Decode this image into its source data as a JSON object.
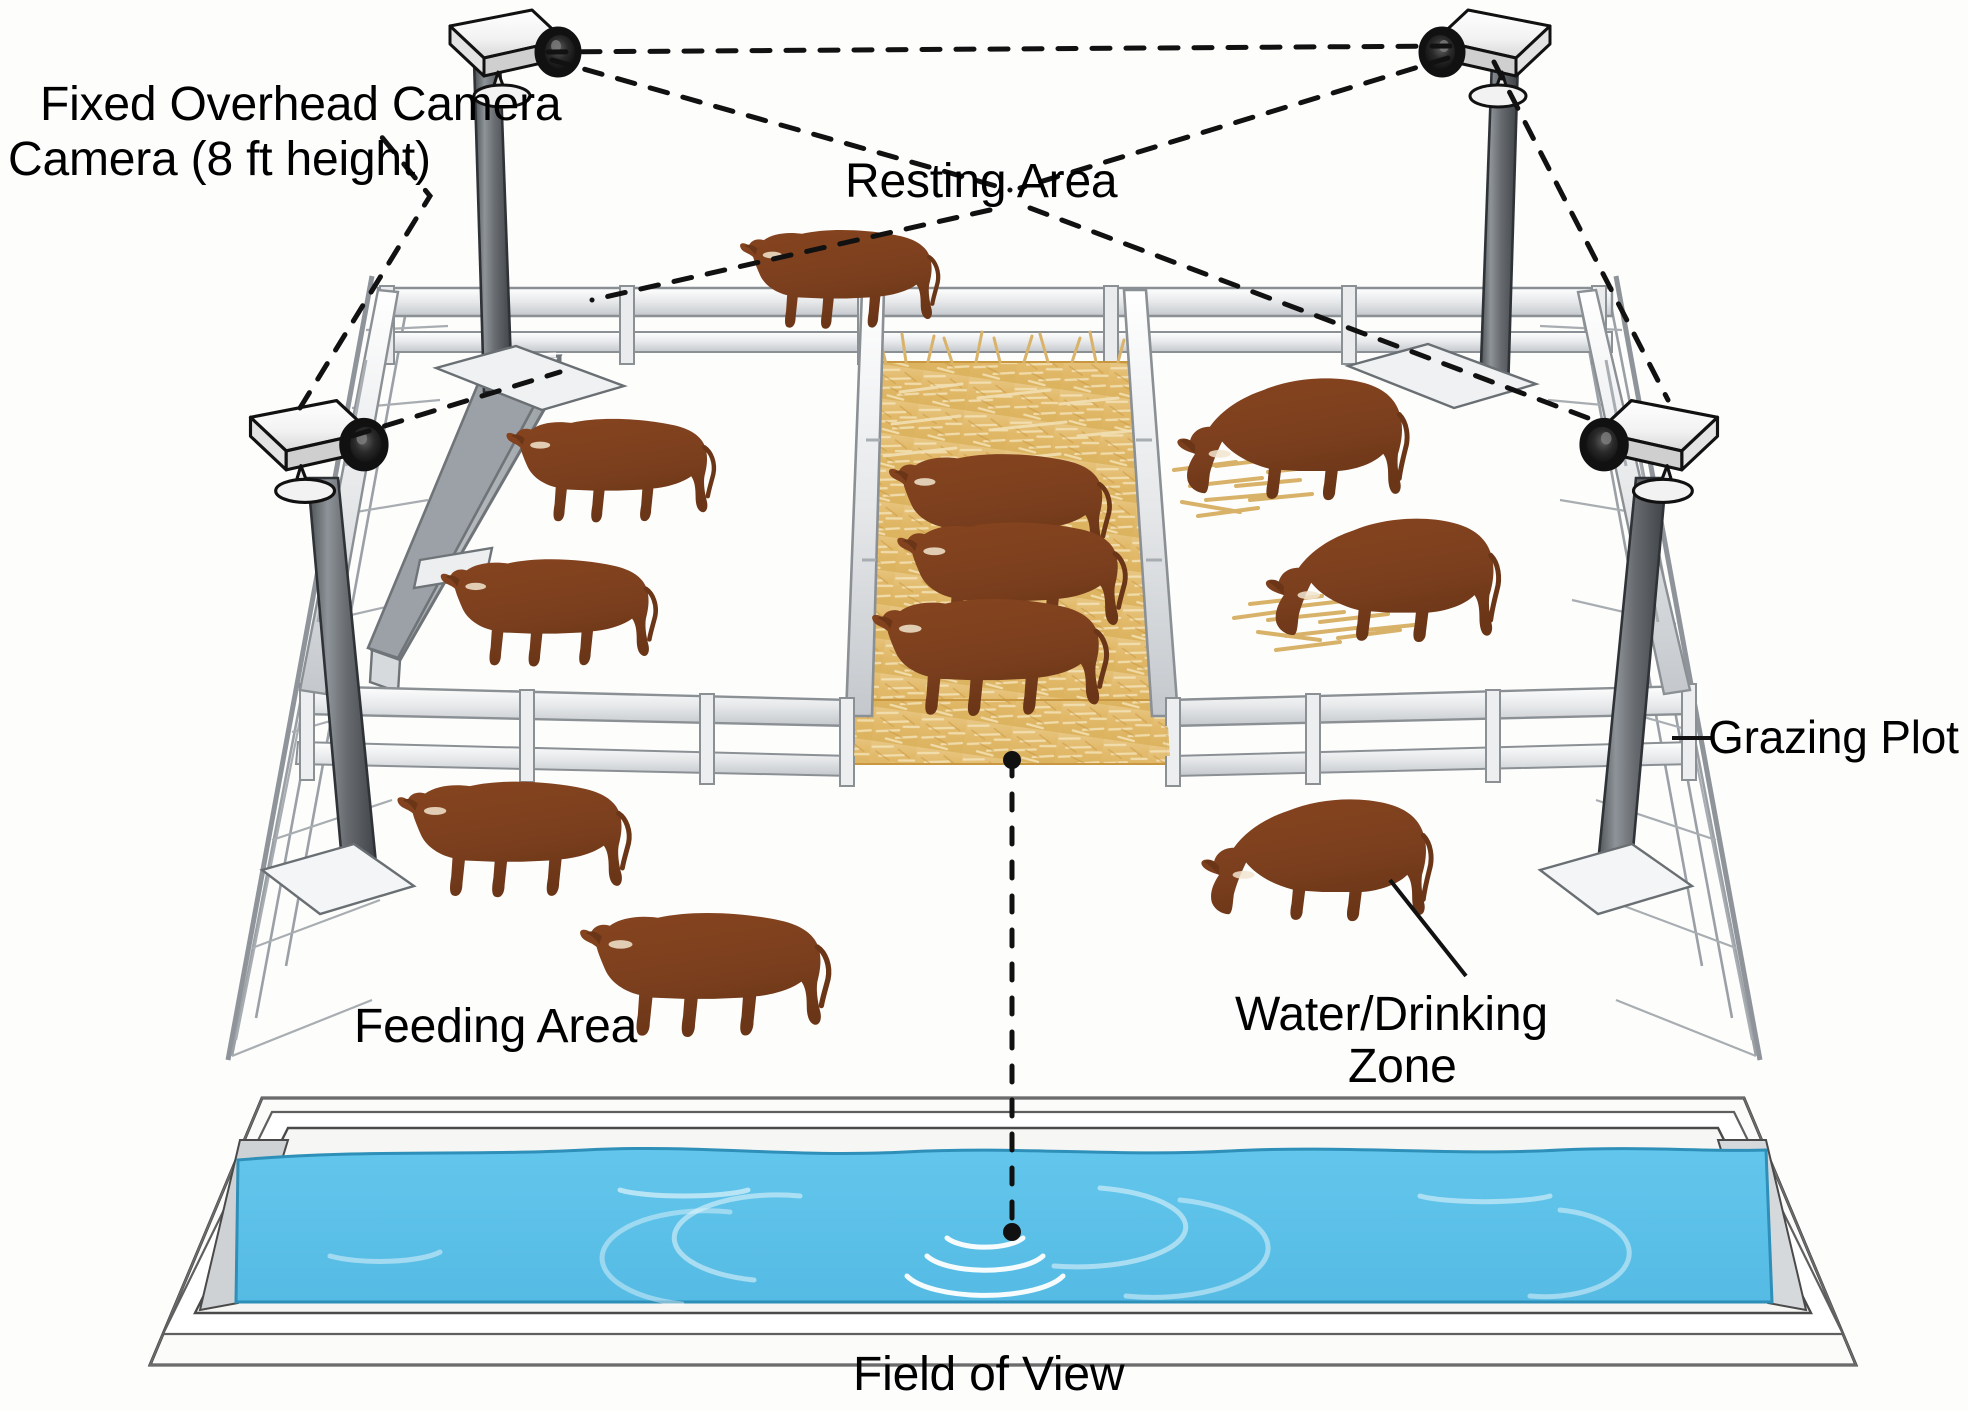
{
  "diagram": {
    "title": "Camera-monitored cattle pen layout",
    "labels": {
      "camera": "Fixed Overhead Camera\nCamera (8 ft height)",
      "camera_line1": "Fixed Overhead Camera",
      "camera_line2": "Camera (8 ft height)",
      "resting_area": "Resting Area",
      "grazing_plot": "Grazing Plot",
      "feeding_area": "Feeding Area",
      "water_zone_line1": "Water/Drinking",
      "water_zone_line2": "Zone",
      "water_zone": "Water/Drinking Zone",
      "field_of_view": "Field of View"
    },
    "icons": {
      "camera": "cctv-camera-icon",
      "pole": "camera-pole-icon",
      "cow": "cow-icon",
      "straw": "straw-bedding-icon",
      "water": "water-pool-icon",
      "ripple": "water-ripple-icon",
      "trough": "feeding-trough-icon",
      "fence": "fence-rail-icon",
      "sight_line": "camera-sight-line-icon"
    },
    "colors": {
      "cow_body": "#7B3F1E",
      "cow_body_light": "#8C4A24",
      "straw": "#E0B969",
      "straw_light": "#EED9A8",
      "water": "#5BC0E8",
      "water_edge": "#2E8FB8",
      "pole": "#6E7276",
      "pole_dark": "#4A4E52",
      "fence": "#BFC3C7",
      "trough": "#A9AEB2",
      "line": "#1A1A1A",
      "background": "#FDFDFC",
      "ground": "#FAFAF8"
    },
    "counts": {
      "cameras": 4,
      "cows_total": 11,
      "cows_resting_area": 3,
      "cows_feeding_trough": 2,
      "cows_grazing_right": 2,
      "cows_open_pen": 3,
      "cows_water_zone": 1
    },
    "specs": {
      "camera_height": "8 ft"
    }
  }
}
